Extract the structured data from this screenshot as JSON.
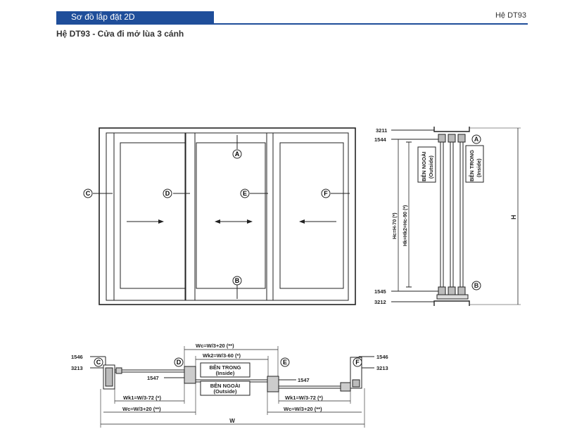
{
  "header": {
    "section_title": "Sơ đồ lắp đặt 2D",
    "system_code": "Hệ DT93"
  },
  "subtitle": "Hệ DT93 - Cửa đi mở lùa 3 cánh",
  "elevation": {
    "markers": [
      "C",
      "D",
      "E",
      "F",
      "A",
      "B"
    ]
  },
  "section": {
    "top_profile": "3211",
    "top_track": "1544",
    "bottom_track": "1545",
    "bottom_profile": "3212",
    "outside_label": "BÊN NGOÀI",
    "outside_label_en": "(Outside)",
    "inside_label": "BÊN TRONG",
    "inside_label_en": "(Inside)",
    "hc_formula": "Hc=H-70 (*)",
    "hk_formula": "Hk=Hk2=Hc-90 (*)",
    "h_label": "H",
    "marker_a": "A",
    "marker_b": "B"
  },
  "plan": {
    "wc_top": "Wc=W/3+20 (**)",
    "wk2": "Wk2=W/3-60 (*)",
    "inside_label": "BÊN TRONG",
    "inside_label_en": "(Inside)",
    "outside_label": "BÊN NGOÀI",
    "outside_label_en": "(Outside)",
    "left_top_code": "1546",
    "left_bottom_code": "3213",
    "right_top_code": "1546",
    "right_bottom_code": "3213",
    "mid_left_code": "1547",
    "mid_right_code": "1547",
    "wk1_left": "Wk1=W/3-72 (*)",
    "wk1_right": "Wk1=W/3-72 (*)",
    "wc_left": "Wc=W/3+20 (**)",
    "wc_right": "Wc=W/3+20 (**)",
    "w_label": "W",
    "markers": [
      "C",
      "D",
      "E",
      "F"
    ]
  }
}
